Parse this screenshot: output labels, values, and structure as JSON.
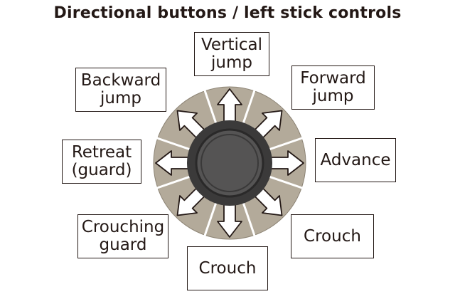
{
  "title": "Directional buttons / left stick controls",
  "colors": {
    "ring": "#b3aa9a",
    "stick_dark": "#3b3a3a",
    "stick_mid": "#555454",
    "outline": "#231815"
  },
  "directions": {
    "up": {
      "line1": "Vertical",
      "line2": "jump"
    },
    "up_back": {
      "line1": "Backward",
      "line2": "jump"
    },
    "up_forward": {
      "line1": "Forward",
      "line2": "jump"
    },
    "back": {
      "line1": "Retreat",
      "line2": "(guard)"
    },
    "forward": {
      "line1": "Advance"
    },
    "down_back": {
      "line1": "Crouching",
      "line2": "guard"
    },
    "down_forward": {
      "line1": "Crouch"
    },
    "down": {
      "line1": "Crouch"
    }
  }
}
